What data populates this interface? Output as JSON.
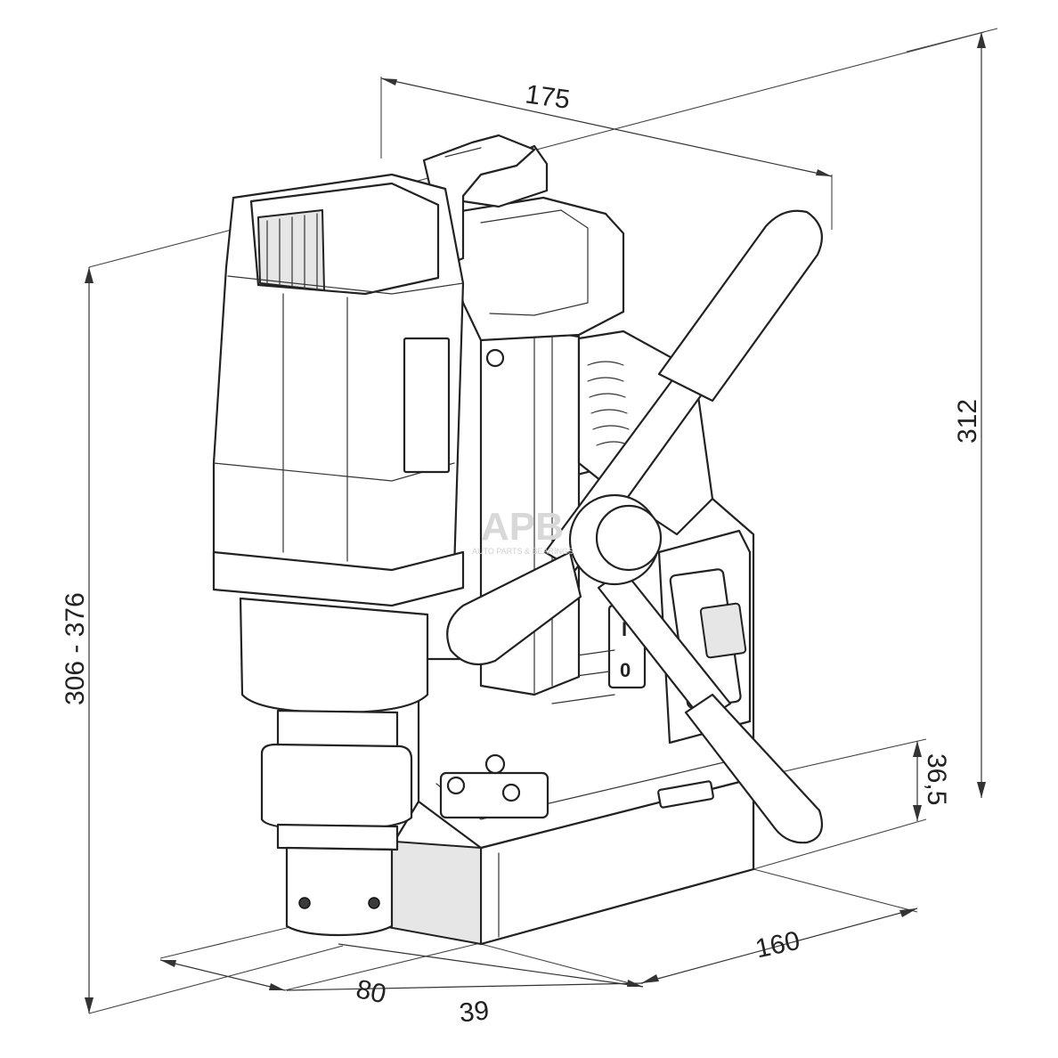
{
  "dimensions": {
    "depth_top": "175",
    "height_total": "312",
    "height_range": "306 - 376",
    "base_height": "36,5",
    "base_length": "160",
    "stroke_80": "80",
    "offset_39": "39"
  },
  "switch": {
    "on_mark": "I",
    "off_mark": "0"
  },
  "watermark": {
    "logo": "APB",
    "tagline": "AUTO PARTS & BEARINGS"
  },
  "colors": {
    "line": "#222222",
    "watermark": "#d8d8d8"
  }
}
